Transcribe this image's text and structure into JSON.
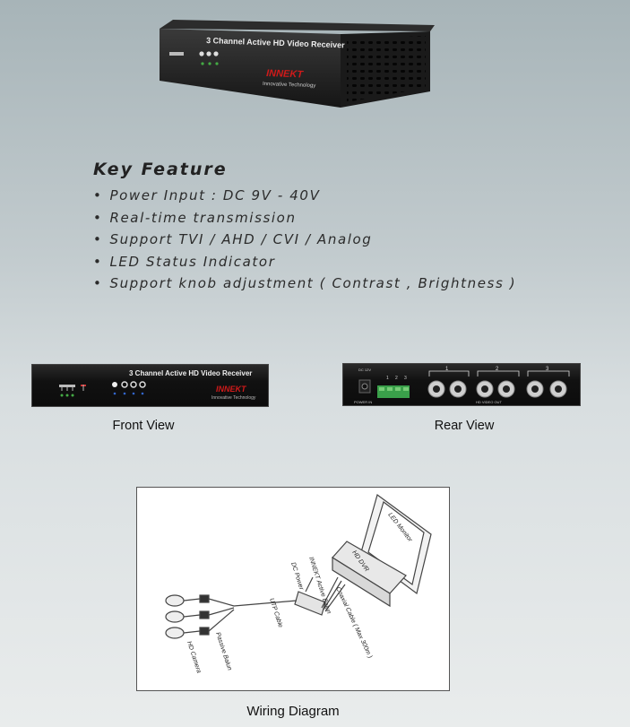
{
  "product": {
    "front_title": "3 Channel Active HD Video Receiver",
    "brand": "INNEKT",
    "brand_tagline": "Innovative Technology"
  },
  "key_feature": {
    "title": "Key Feature",
    "items": [
      "Power Input : DC 9V - 40V",
      "Real-time transmission",
      "Support TVI / AHD / CVI / Analog",
      "LED Status Indicator",
      "Support knob adjustment ( Contrast , Brightness )"
    ]
  },
  "views": {
    "front_caption": "Front View",
    "rear_caption": "Rear View",
    "rear_labels": {
      "power": "POWER IN",
      "dc": "DC 12V",
      "channels": [
        "1",
        "2",
        "3"
      ],
      "video_out": "HD VIDEO OUT"
    }
  },
  "wiring": {
    "caption": "Wiring Diagram",
    "labels": {
      "monitor": "LED Monitor",
      "dvr": "HD DVR",
      "active_balun": "INNEKT Active Balun",
      "dc_power": "DC Power",
      "coaxial": "Coaxial Cable ( Max 300m )",
      "utp": "UTP Cable",
      "passive_balun": "Passive Balun",
      "camera": "HD Camera"
    }
  },
  "colors": {
    "brand_red": "#d11a1a",
    "device_body": "#111111",
    "terminal_green": "#3aa04a"
  }
}
